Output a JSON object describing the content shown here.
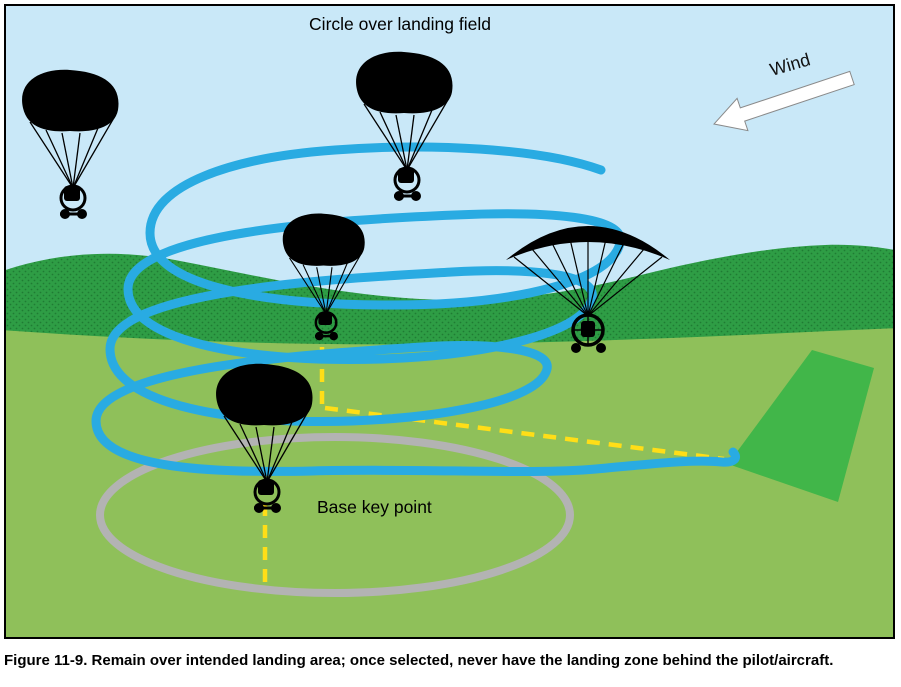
{
  "figure": {
    "title": "Circle over landing field",
    "wind_label": "Wind",
    "base_key_point_label": "Base key point",
    "caption": "Figure 11-9. Remain over intended landing area; once selected, never have the landing zone behind the pilot/aircraft."
  },
  "colors": {
    "sky": "#c9e8f8",
    "hills": "#2e9d45",
    "hills_texture": "#1f7c33",
    "ground": "#8fc05a",
    "landing_strip": "#41b649",
    "flight_path": "#29abe2",
    "ground_track": "#b3b3b3",
    "altitude_lines": "#ffde17",
    "silhouette": "#000000",
    "wind_arrow": "#ffffff",
    "caption_text": "#000000"
  }
}
